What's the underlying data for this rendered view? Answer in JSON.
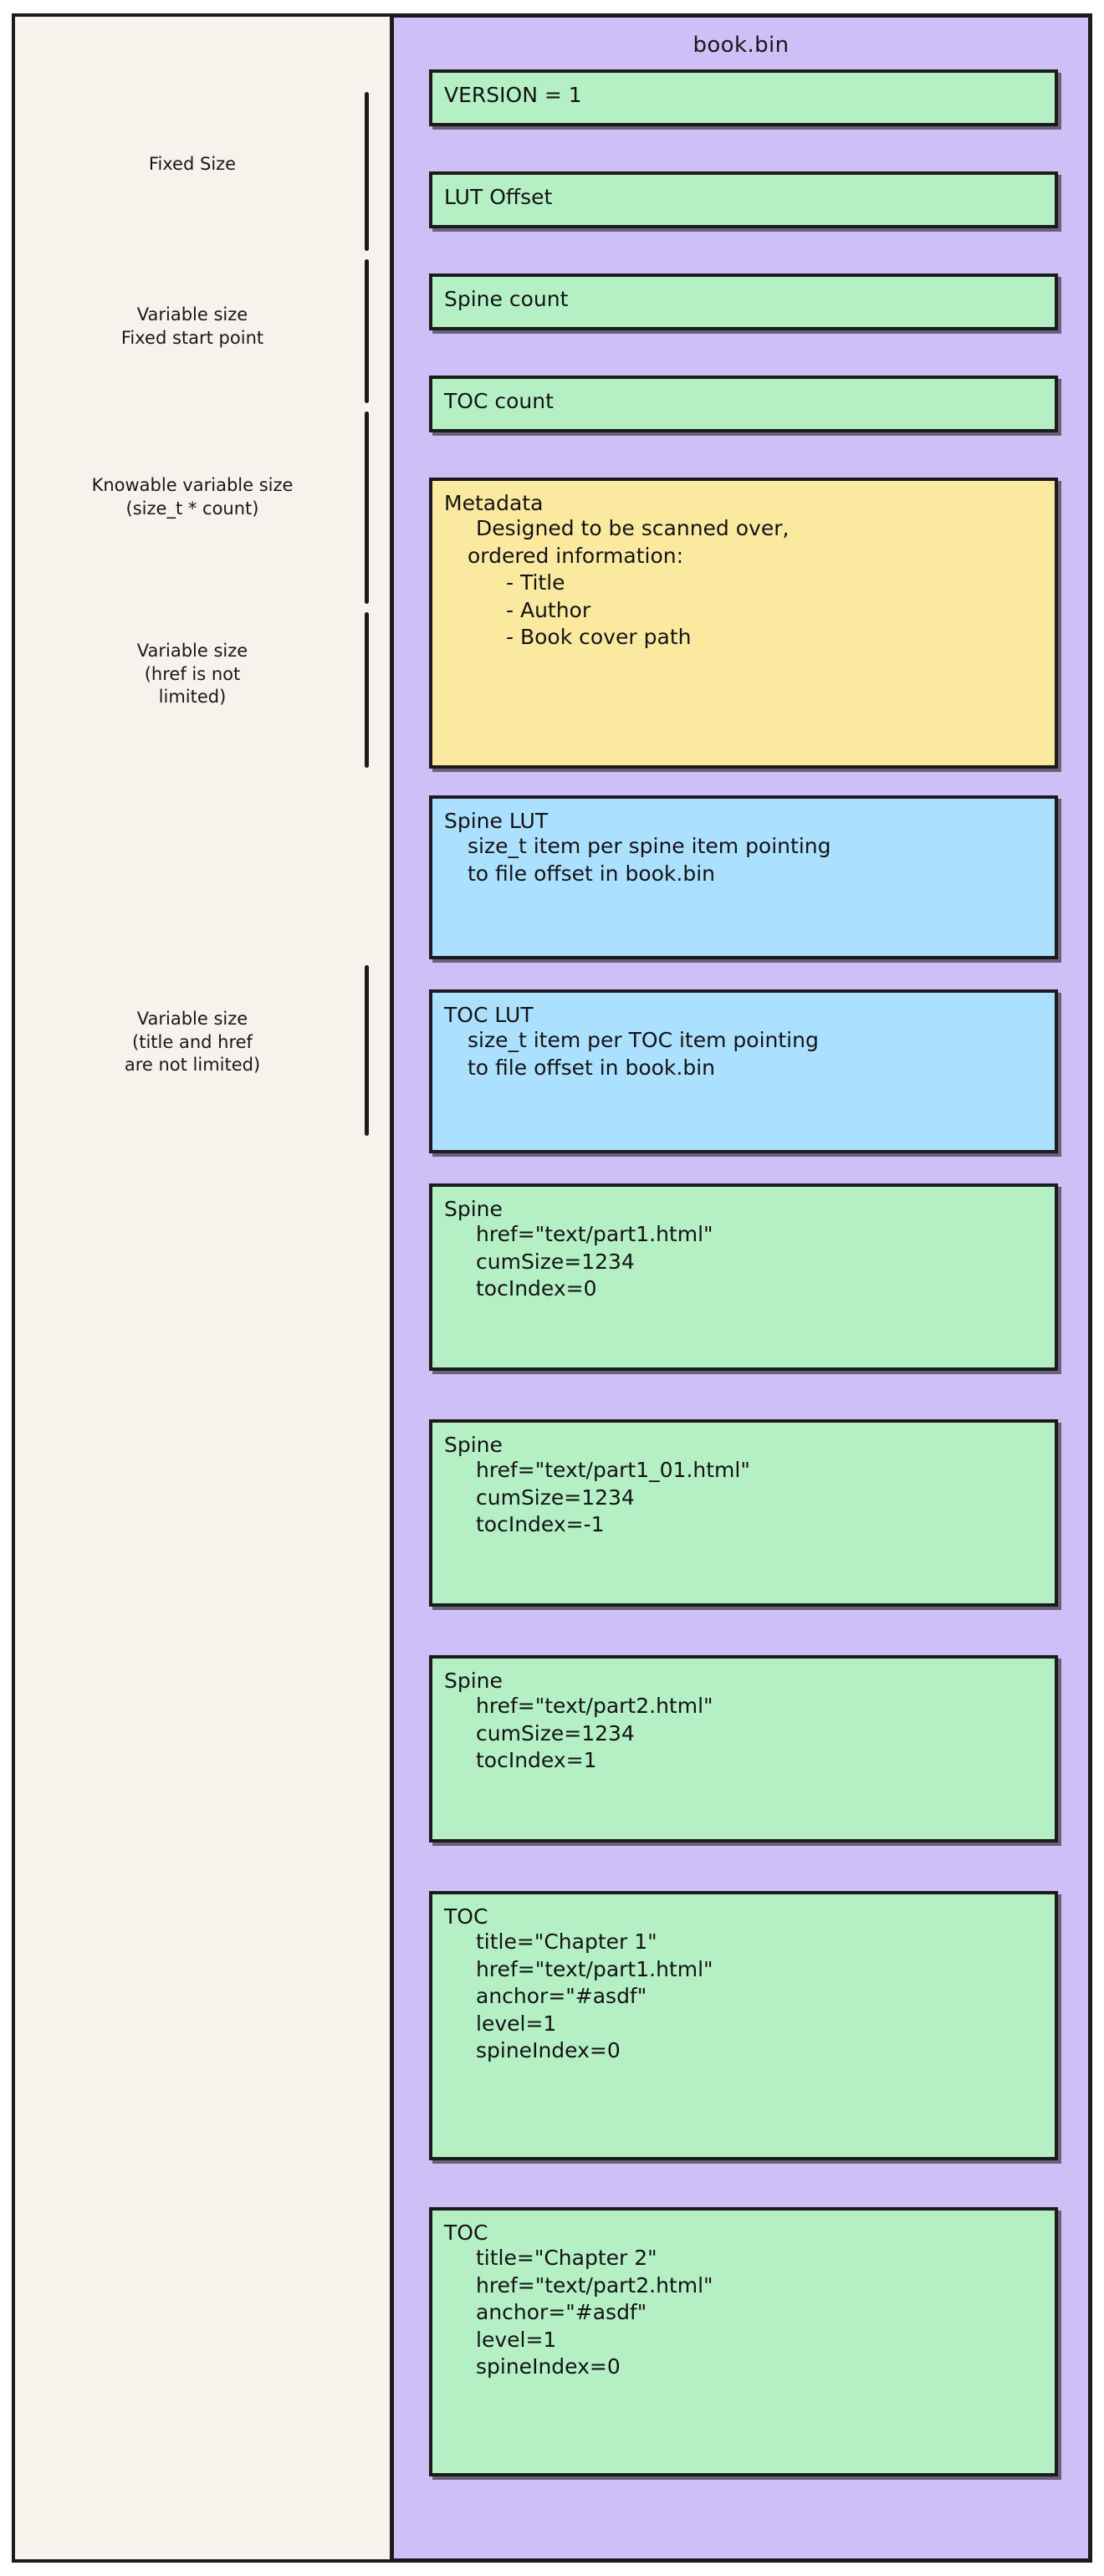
{
  "diagram": {
    "title": "book.bin",
    "colors": {
      "background": "#ffffff",
      "left_panel": "#f8f2ec",
      "container": "#ccc0f7",
      "green_block": "#b5f0c5",
      "yellow_block": "#fbe9a0",
      "blue_block": "#ace0ff",
      "stroke": "#1b1b1b"
    },
    "annotations": [
      {
        "id": "fixed-size",
        "lines": [
          "Fixed Size"
        ]
      },
      {
        "id": "variable-fixed-start",
        "lines": [
          "Variable size",
          "Fixed start point"
        ]
      },
      {
        "id": "knowable-variable",
        "lines": [
          "Knowable variable size",
          "(size_t * count)"
        ]
      },
      {
        "id": "variable-href",
        "lines": [
          "Variable size",
          "(href is not",
          "limited)"
        ]
      },
      {
        "id": "variable-title-href",
        "lines": [
          "Variable size",
          "(title and href",
          "are not limited)"
        ]
      }
    ],
    "blocks": [
      {
        "id": "version",
        "color": "green",
        "header": "VERSION = 1",
        "lines": []
      },
      {
        "id": "lut-offset",
        "color": "green",
        "header": "LUT Offset",
        "lines": []
      },
      {
        "id": "spine-count",
        "color": "green",
        "header": "Spine count",
        "lines": []
      },
      {
        "id": "toc-count",
        "color": "green",
        "header": "TOC count",
        "lines": []
      },
      {
        "id": "metadata",
        "color": "yellow",
        "header": "Metadata",
        "lines": [
          "Designed to be scanned over,",
          "ordered information:"
        ],
        "bullets": [
          "- Title",
          "- Author",
          "- Book cover path"
        ]
      },
      {
        "id": "spine-lut",
        "color": "blue",
        "header": "Spine LUT",
        "lines": [
          "size_t item per spine item pointing",
          "to file offset in book.bin"
        ]
      },
      {
        "id": "toc-lut",
        "color": "blue",
        "header": "TOC LUT",
        "lines": [
          "size_t item per TOC item pointing",
          "to file offset in book.bin"
        ]
      },
      {
        "id": "spine-1",
        "color": "green",
        "header": "Spine",
        "lines": [
          "href=\"text/part1.html\"",
          "cumSize=1234",
          "tocIndex=0"
        ]
      },
      {
        "id": "spine-2",
        "color": "green",
        "header": "Spine",
        "lines": [
          "href=\"text/part1_01.html\"",
          "cumSize=1234",
          "tocIndex=-1"
        ]
      },
      {
        "id": "spine-3",
        "color": "green",
        "header": "Spine",
        "lines": [
          "href=\"text/part2.html\"",
          "cumSize=1234",
          "tocIndex=1"
        ]
      },
      {
        "id": "toc-1",
        "color": "green",
        "header": "TOC",
        "lines": [
          "title=\"Chapter 1\"",
          "href=\"text/part1.html\"",
          "anchor=\"#asdf\"",
          "level=1",
          "spineIndex=0"
        ]
      },
      {
        "id": "toc-2",
        "color": "green",
        "header": "TOC",
        "lines": [
          "title=\"Chapter 2\"",
          "href=\"text/part2.html\"",
          "anchor=\"#asdf\"",
          "level=1",
          "spineIndex=0"
        ]
      }
    ]
  }
}
